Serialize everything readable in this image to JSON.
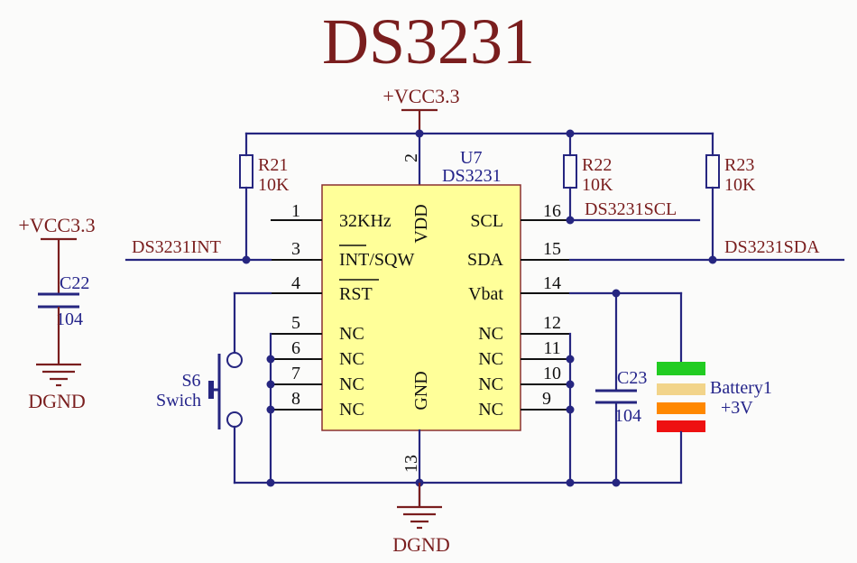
{
  "title": "DS3231",
  "power": {
    "vcc_main": "+VCC3.3",
    "vcc_left": "+VCC3.3",
    "gnd_main": "DGND",
    "gnd_left": "DGND"
  },
  "ic": {
    "designator": "U7",
    "part": "DS3231",
    "vdd_label": "VDD",
    "gnd_label": "GND",
    "vdd_pin": "2",
    "gnd_pin": "13",
    "left_pins": [
      {
        "num": "1",
        "name": "32KHz"
      },
      {
        "num": "3",
        "name": "INT/SQW"
      },
      {
        "num": "4",
        "name": "RST"
      },
      {
        "num": "5",
        "name": "NC"
      },
      {
        "num": "6",
        "name": "NC"
      },
      {
        "num": "7",
        "name": "NC"
      },
      {
        "num": "8",
        "name": "NC"
      }
    ],
    "right_pins": [
      {
        "num": "16",
        "name": "SCL"
      },
      {
        "num": "15",
        "name": "SDA"
      },
      {
        "num": "14",
        "name": "Vbat"
      },
      {
        "num": "12",
        "name": "NC"
      },
      {
        "num": "11",
        "name": "NC"
      },
      {
        "num": "10",
        "name": "NC"
      },
      {
        "num": "9",
        "name": "NC"
      }
    ]
  },
  "resistors": [
    {
      "designator": "R21",
      "value": "10K"
    },
    {
      "designator": "R22",
      "value": "10K"
    },
    {
      "designator": "R23",
      "value": "10K"
    }
  ],
  "nets": {
    "int": "DS3231INT",
    "scl": "DS3231SCL",
    "sda": "DS3231SDA"
  },
  "c22": {
    "designator": "C22",
    "value": "104"
  },
  "c23": {
    "designator": "C23",
    "value": "104"
  },
  "switch": {
    "designator": "S6",
    "type": "Swich"
  },
  "battery": {
    "designator": "Battery1",
    "voltage": "+3V",
    "cell_colors": [
      "#22cc22",
      "#f2d48a",
      "#ff8800",
      "#ee1111"
    ]
  },
  "colors": {
    "wire": "#262680",
    "power": "#7a1e1e",
    "ic_fill": "#ffff99",
    "ic_border": "#8a3030"
  }
}
